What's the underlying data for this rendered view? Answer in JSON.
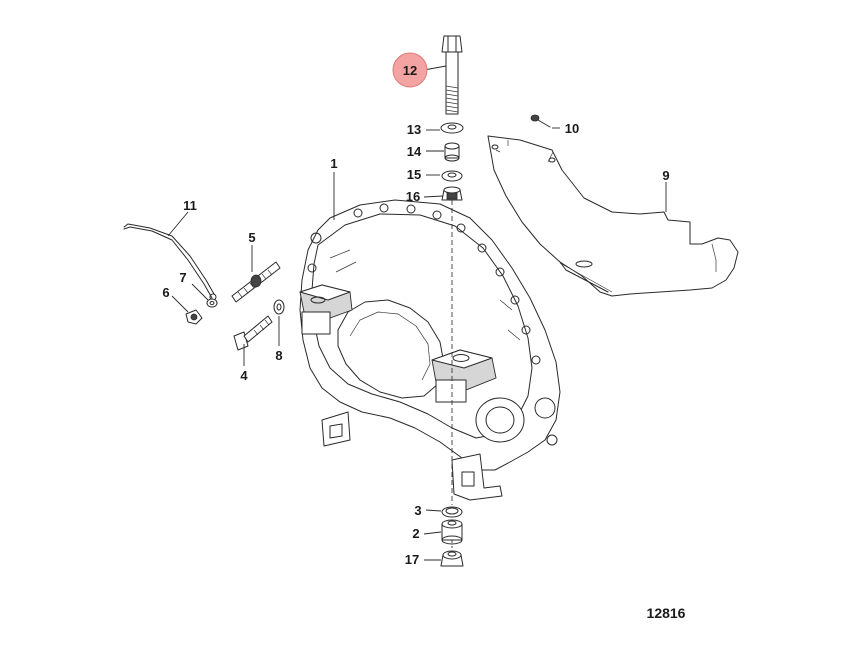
{
  "diagram": {
    "reference_number": "12816",
    "highlight_color": "#f4a3a3",
    "callouts": {
      "c1": "1",
      "c2": "2",
      "c3": "3",
      "c4": "4",
      "c5": "5",
      "c6": "6",
      "c7": "7",
      "c8": "8",
      "c9": "9",
      "c10": "10",
      "c11": "11",
      "c12": "12",
      "c13": "13",
      "c14": "14",
      "c15": "15",
      "c16": "16",
      "c17": "17"
    }
  }
}
